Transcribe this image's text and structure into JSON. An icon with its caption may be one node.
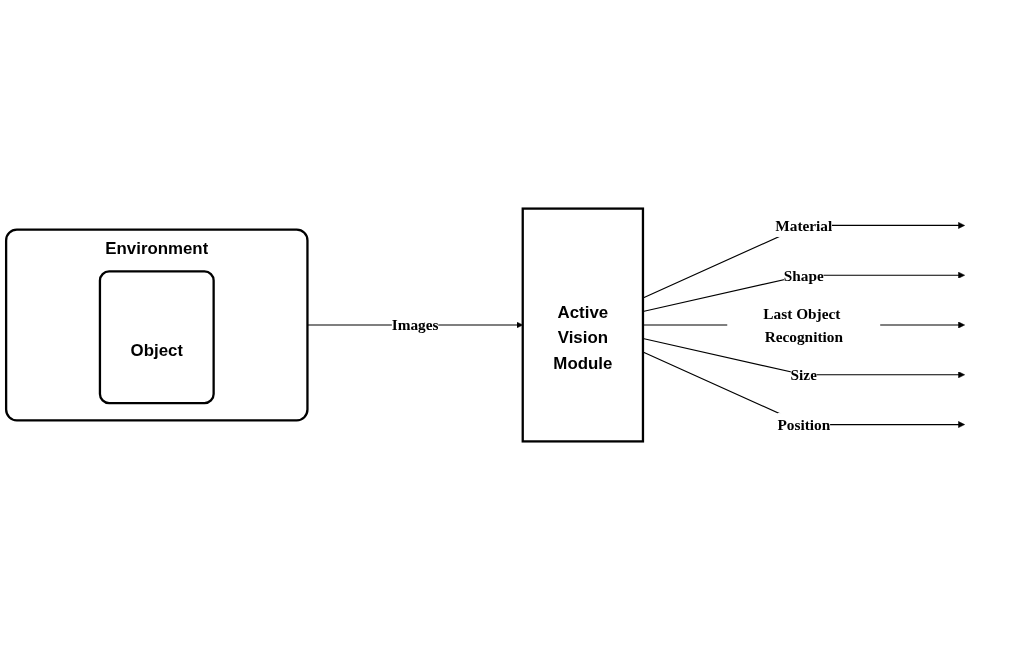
{
  "diagram": {
    "nodes": [
      {
        "text": [
          "Environment"
        ]
      },
      {
        "text": [
          "Object"
        ],
        "in": 0
      },
      {
        "text": [
          "Active Vision Module"
        ]
      }
    ],
    "edges": [
      {
        "from": 0,
        "to": 2,
        "arrow": "to",
        "label": "Images"
      },
      {
        "from": 2,
        "to": null,
        "arrow": "to",
        "label": "Material"
      },
      {
        "from": 2,
        "to": null,
        "arrow": "to",
        "label": "Shape"
      },
      {
        "from": 2,
        "to": null,
        "arrow": "to",
        "label": "Last Object Recognition"
      },
      {
        "from": 2,
        "to": null,
        "arrow": "to",
        "label": "Size"
      },
      {
        "from": 2,
        "to": null,
        "arrow": "to",
        "label": "Position"
      }
    ]
  }
}
